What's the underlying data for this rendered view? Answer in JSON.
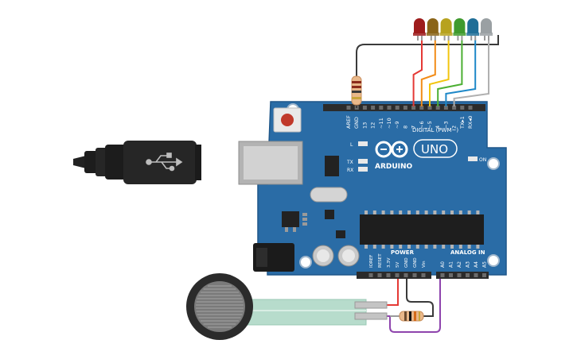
{
  "board": {
    "brand": "ARDUINO",
    "model": "UNO",
    "header_top_label": "DIGITAL (PWM~)",
    "digital_pins": [
      "AREF",
      "GND",
      "13",
      "12",
      "~11",
      "~10",
      "~9",
      "8",
      "7",
      "~6",
      "~5",
      "4",
      "~3",
      "2",
      "TX▸1",
      "RX◂0"
    ],
    "power_label": "POWER",
    "power_pins": [
      "IOREF",
      "RESET",
      "3.3V",
      "5V",
      "GND",
      "GND",
      "Vin"
    ],
    "analog_label": "ANALOG IN",
    "analog_pins": [
      "A0",
      "A1",
      "A2",
      "A3",
      "A4",
      "A5"
    ],
    "led_labels": {
      "l": "L",
      "tx": "TX",
      "rx": "RX",
      "on": "ON"
    }
  },
  "leds": {
    "colors": [
      "#9e1c1c",
      "#8a6418",
      "#b7a21f",
      "#3f9a2e",
      "#1f6e97",
      "#9aa0a3"
    ],
    "wire_colors": [
      "#e53935",
      "#f28c18",
      "#f2c50f",
      "#4caf33",
      "#1e88c8",
      "#b0b0b0"
    ]
  },
  "colors": {
    "board": "#2a6ca6",
    "board_edge": "#1f578a",
    "header": "#2b2b2b",
    "ground_wire": "#3a3a3a",
    "power_wire": "#e53935",
    "signal_wire": "#8e44ad",
    "sensor_strip": "#b7dccc"
  }
}
